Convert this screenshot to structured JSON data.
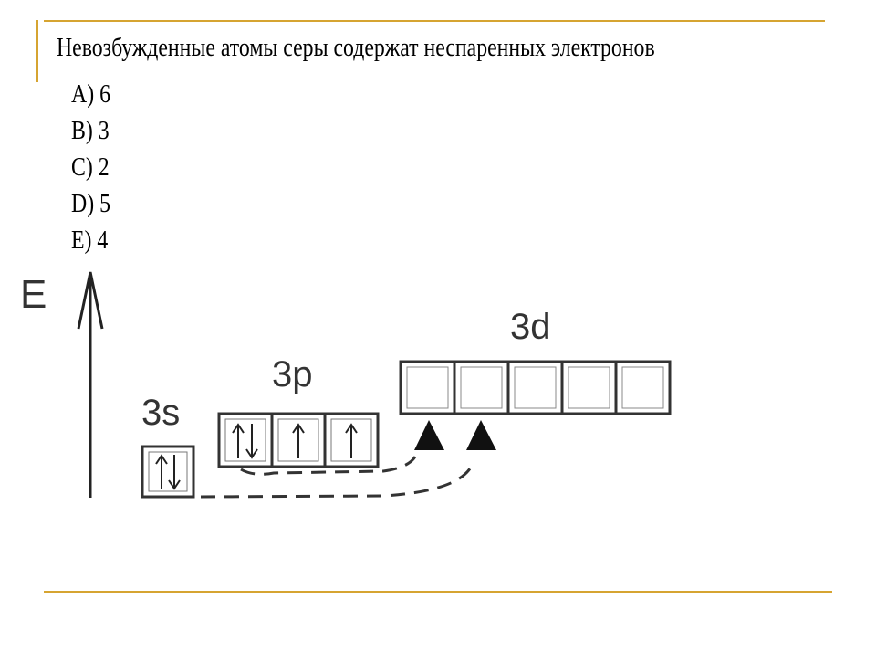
{
  "slide": {
    "question": "Невозбужденные атомы серы содержат неспаренных электронов",
    "answers": [
      {
        "label": "A) 6"
      },
      {
        "label": "B) 3"
      },
      {
        "label": "C) 2"
      },
      {
        "label": "D) 5"
      },
      {
        "label": "E) 4"
      }
    ]
  },
  "diagram": {
    "energy_axis_label": "E",
    "sublevels": [
      {
        "label": "3s",
        "orbitals": [
          "up-down"
        ]
      },
      {
        "label": "3p",
        "orbitals": [
          "up-down",
          "up",
          "up"
        ]
      },
      {
        "label": "3d",
        "orbitals": [
          "empty",
          "empty",
          "empty",
          "empty",
          "empty"
        ]
      }
    ],
    "colors": {
      "accent_lines": "#d6a431",
      "diagram_stroke": "#333333"
    }
  }
}
